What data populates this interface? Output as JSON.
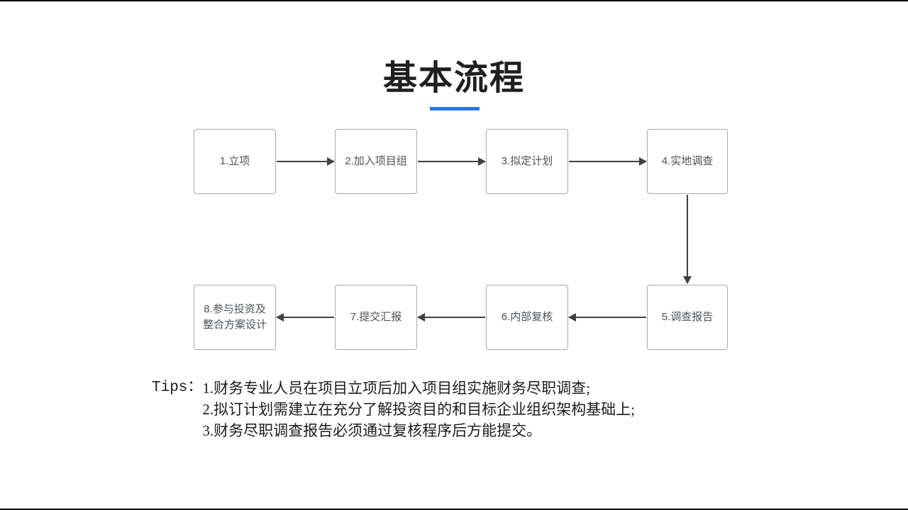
{
  "slide": {
    "title": "基本流程",
    "accent_color": "#2970ff"
  },
  "flow": {
    "steps": [
      {
        "id": 1,
        "label": "1.立项"
      },
      {
        "id": 2,
        "label": "2.加入项目组"
      },
      {
        "id": 3,
        "label": "3.拟定计划"
      },
      {
        "id": 4,
        "label": "4.实地调查"
      },
      {
        "id": 5,
        "label": "5.调查报告"
      },
      {
        "id": 6,
        "label": "6.内部复核"
      },
      {
        "id": 7,
        "label": "7.提交汇报"
      },
      {
        "id": 8,
        "label": "8.参与投资及\n整合方案设计"
      }
    ]
  },
  "tips": {
    "label": "Tips：",
    "items": [
      "1.财务专业人员在项目立项后加入项目组实施财务尽职调查;",
      "2.拟订计划需建立在充分了解投资目的和目标企业组织架构基础上;",
      "3.财务尽职调查报告必须通过复核程序后方能提交。"
    ]
  }
}
